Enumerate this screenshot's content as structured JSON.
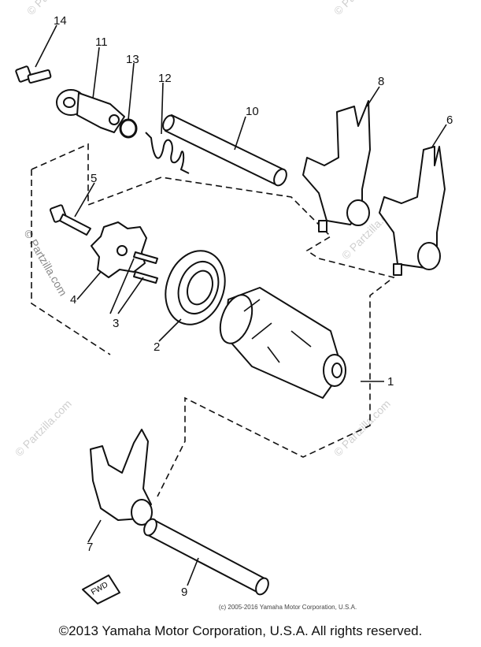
{
  "callouts": {
    "c1": "1",
    "c2": "2",
    "c3": "3",
    "c4": "4",
    "c5": "5",
    "c6": "6",
    "c7": "7",
    "c8": "8",
    "c9": "9",
    "c10": "10",
    "c11": "11",
    "c12": "12",
    "c13": "13",
    "c14": "14"
  },
  "arrow_label": "FWD",
  "watermark": "© Partzilla.com",
  "inner_copyright": "(c) 2005-2016 Yamaha Motor Corporation, U.S.A.",
  "footer_copyright": "©2013 Yamaha Motor Corporation, U.S.A. All rights reserved."
}
